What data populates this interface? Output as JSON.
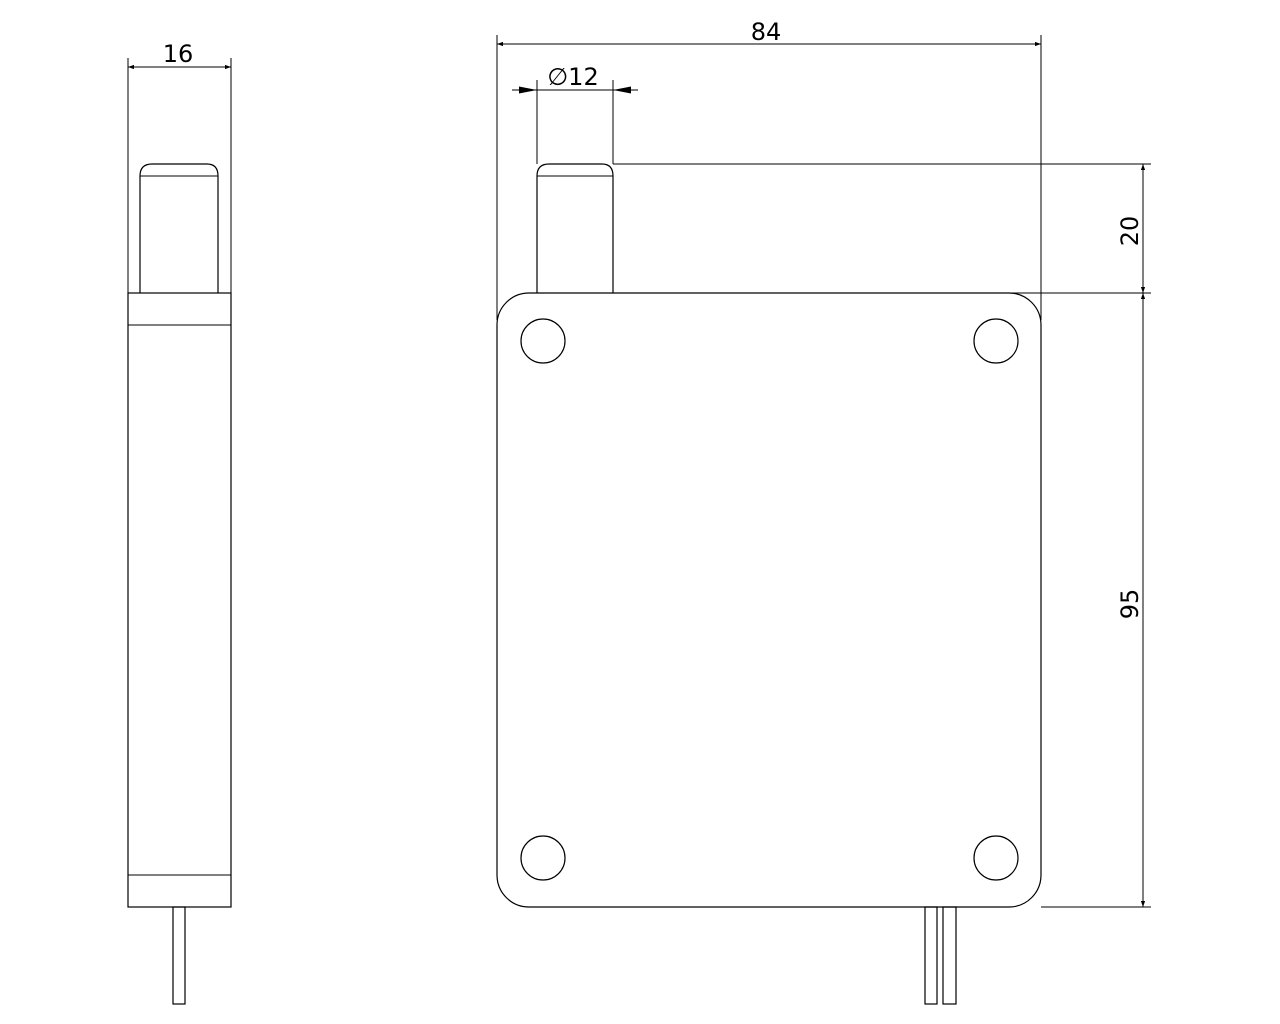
{
  "dimensions": {
    "side_width": "16",
    "overall_width": "84",
    "pin_diameter": "∅12",
    "pin_height": "20",
    "body_height": "95"
  },
  "views": {
    "side": "side-view",
    "front": "front-view"
  },
  "colors": {
    "line": "#000000",
    "background": "#ffffff"
  }
}
